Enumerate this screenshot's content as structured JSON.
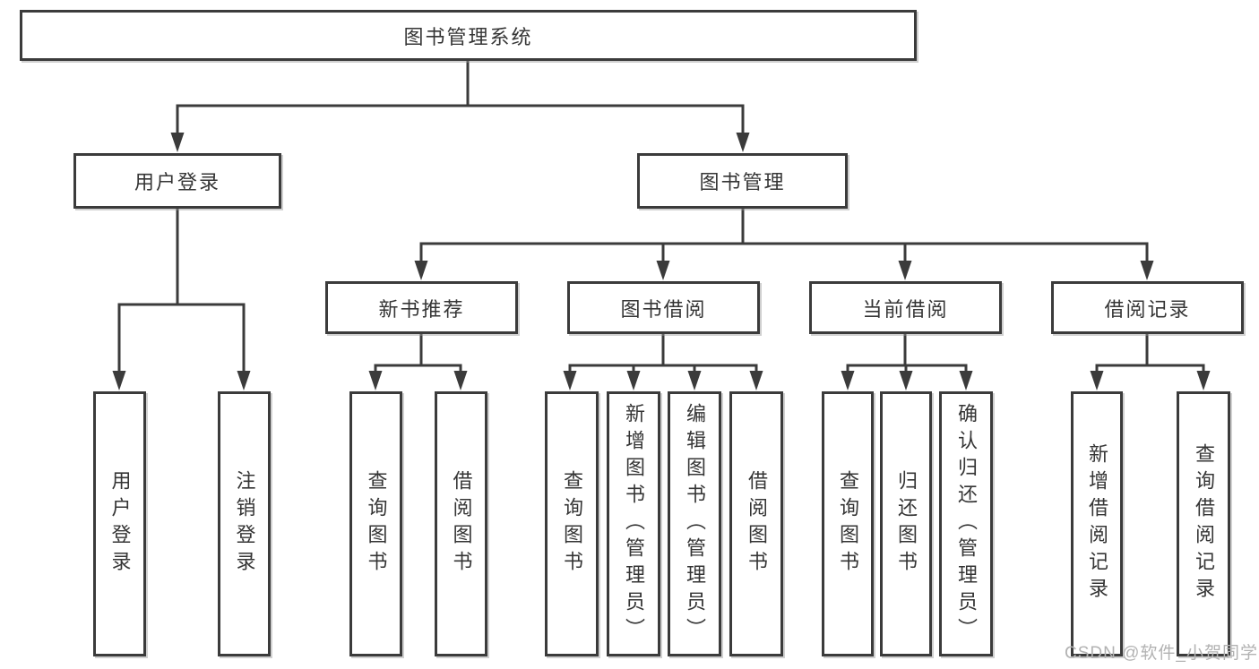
{
  "tree": {
    "label": "图书管理系统",
    "children": [
      {
        "label": "用户登录",
        "children": [
          {
            "label": "用户登录"
          },
          {
            "label": "注销登录"
          }
        ]
      },
      {
        "label": "图书管理",
        "children": [
          {
            "label": "新书推荐",
            "children": [
              {
                "label": "查询图书"
              },
              {
                "label": "借阅图书"
              }
            ]
          },
          {
            "label": "图书借阅",
            "children": [
              {
                "label": "查询图书"
              },
              {
                "label": "新增图书（管理员）"
              },
              {
                "label": "编辑图书（管理员）"
              },
              {
                "label": "借阅图书"
              }
            ]
          },
          {
            "label": "当前借阅",
            "children": [
              {
                "label": "查询图书"
              },
              {
                "label": "归还图书"
              },
              {
                "label": "确认归还（管理员）"
              }
            ]
          },
          {
            "label": "借阅记录",
            "children": [
              {
                "label": "新增借阅记录"
              },
              {
                "label": "查询借阅记录"
              }
            ]
          }
        ]
      }
    ]
  },
  "watermark": {
    "text": "CSDN @软件_小贺同学"
  },
  "colors": {
    "line": "#3b3b3b",
    "box_border": "#3b3b3b",
    "text": "#353535",
    "watermark": "#b2b2b2",
    "background": "#ffffff"
  }
}
